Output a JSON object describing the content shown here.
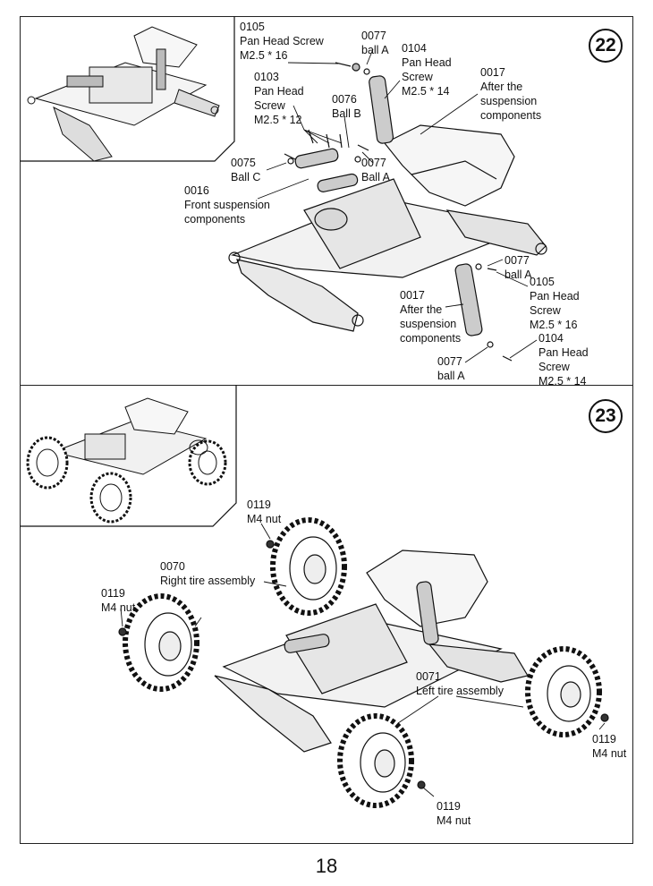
{
  "page_number": "18",
  "steps": [
    {
      "number": "22",
      "labels": [
        {
          "id": "0105a",
          "text": "0105\nPan Head Screw\nM2.5 * 16"
        },
        {
          "id": "0077a",
          "text": "0077\nball A"
        },
        {
          "id": "0104a",
          "text": "0104\nPan Head\nScrew\nM2.5 * 14"
        },
        {
          "id": "0017a",
          "text": "0017\nAfter the\nsuspension\ncomponents"
        },
        {
          "id": "0103",
          "text": "0103\nPan Head\nScrew\nM2.5 * 12"
        },
        {
          "id": "0076",
          "text": "0076\nBall B"
        },
        {
          "id": "0075",
          "text": "0075\nBall C"
        },
        {
          "id": "0077b",
          "text": "0077\nBall A"
        },
        {
          "id": "0016",
          "text": "0016\nFront suspension\ncomponents"
        },
        {
          "id": "0077c",
          "text": "0077\nball A"
        },
        {
          "id": "0105b",
          "text": "0105\nPan Head\nScrew\nM2.5 * 16"
        },
        {
          "id": "0017b",
          "text": "0017\nAfter the\nsuspension\ncomponents"
        },
        {
          "id": "0104b",
          "text": "0104\nPan Head\nScrew\nM2.5 * 14"
        },
        {
          "id": "0077d",
          "text": "0077\nball A"
        }
      ]
    },
    {
      "number": "23",
      "labels": [
        {
          "id": "0119a",
          "text": "0119\nM4 nut"
        },
        {
          "id": "0070",
          "text": "0070\nRight tire assembly"
        },
        {
          "id": "0119b",
          "text": "0119\nM4 nut"
        },
        {
          "id": "0071",
          "text": "0071\nLeft tire assembly"
        },
        {
          "id": "0119c",
          "text": "0119\nM4 nut"
        },
        {
          "id": "0119d",
          "text": "0119\nM4 nut"
        }
      ]
    }
  ]
}
